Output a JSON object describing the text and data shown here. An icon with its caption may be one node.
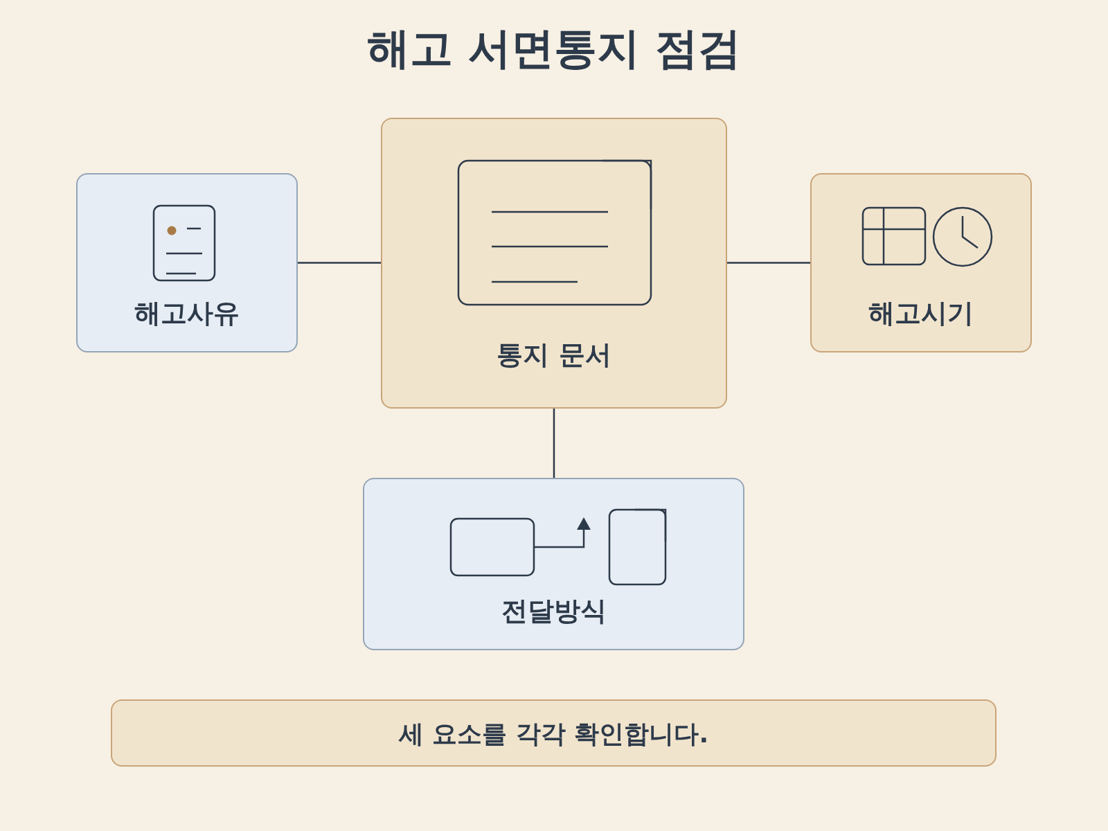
{
  "diagram": {
    "title": "해고 서면통지 점검",
    "nodes": [
      {
        "text": [
          "해고사유"
        ]
      },
      {
        "text": [
          "통지 문서"
        ]
      },
      {
        "text": [
          "해고시기"
        ]
      },
      {
        "text": [
          "전달방식"
        ]
      },
      {
        "text": [
          "세 요소를 각각 확인합니다."
        ]
      }
    ],
    "edges": [
      {
        "from": 0,
        "to": 1,
        "arrow": "none"
      },
      {
        "from": 1,
        "to": 2,
        "arrow": "none"
      },
      {
        "from": 1,
        "to": 3,
        "arrow": "none"
      }
    ]
  }
}
